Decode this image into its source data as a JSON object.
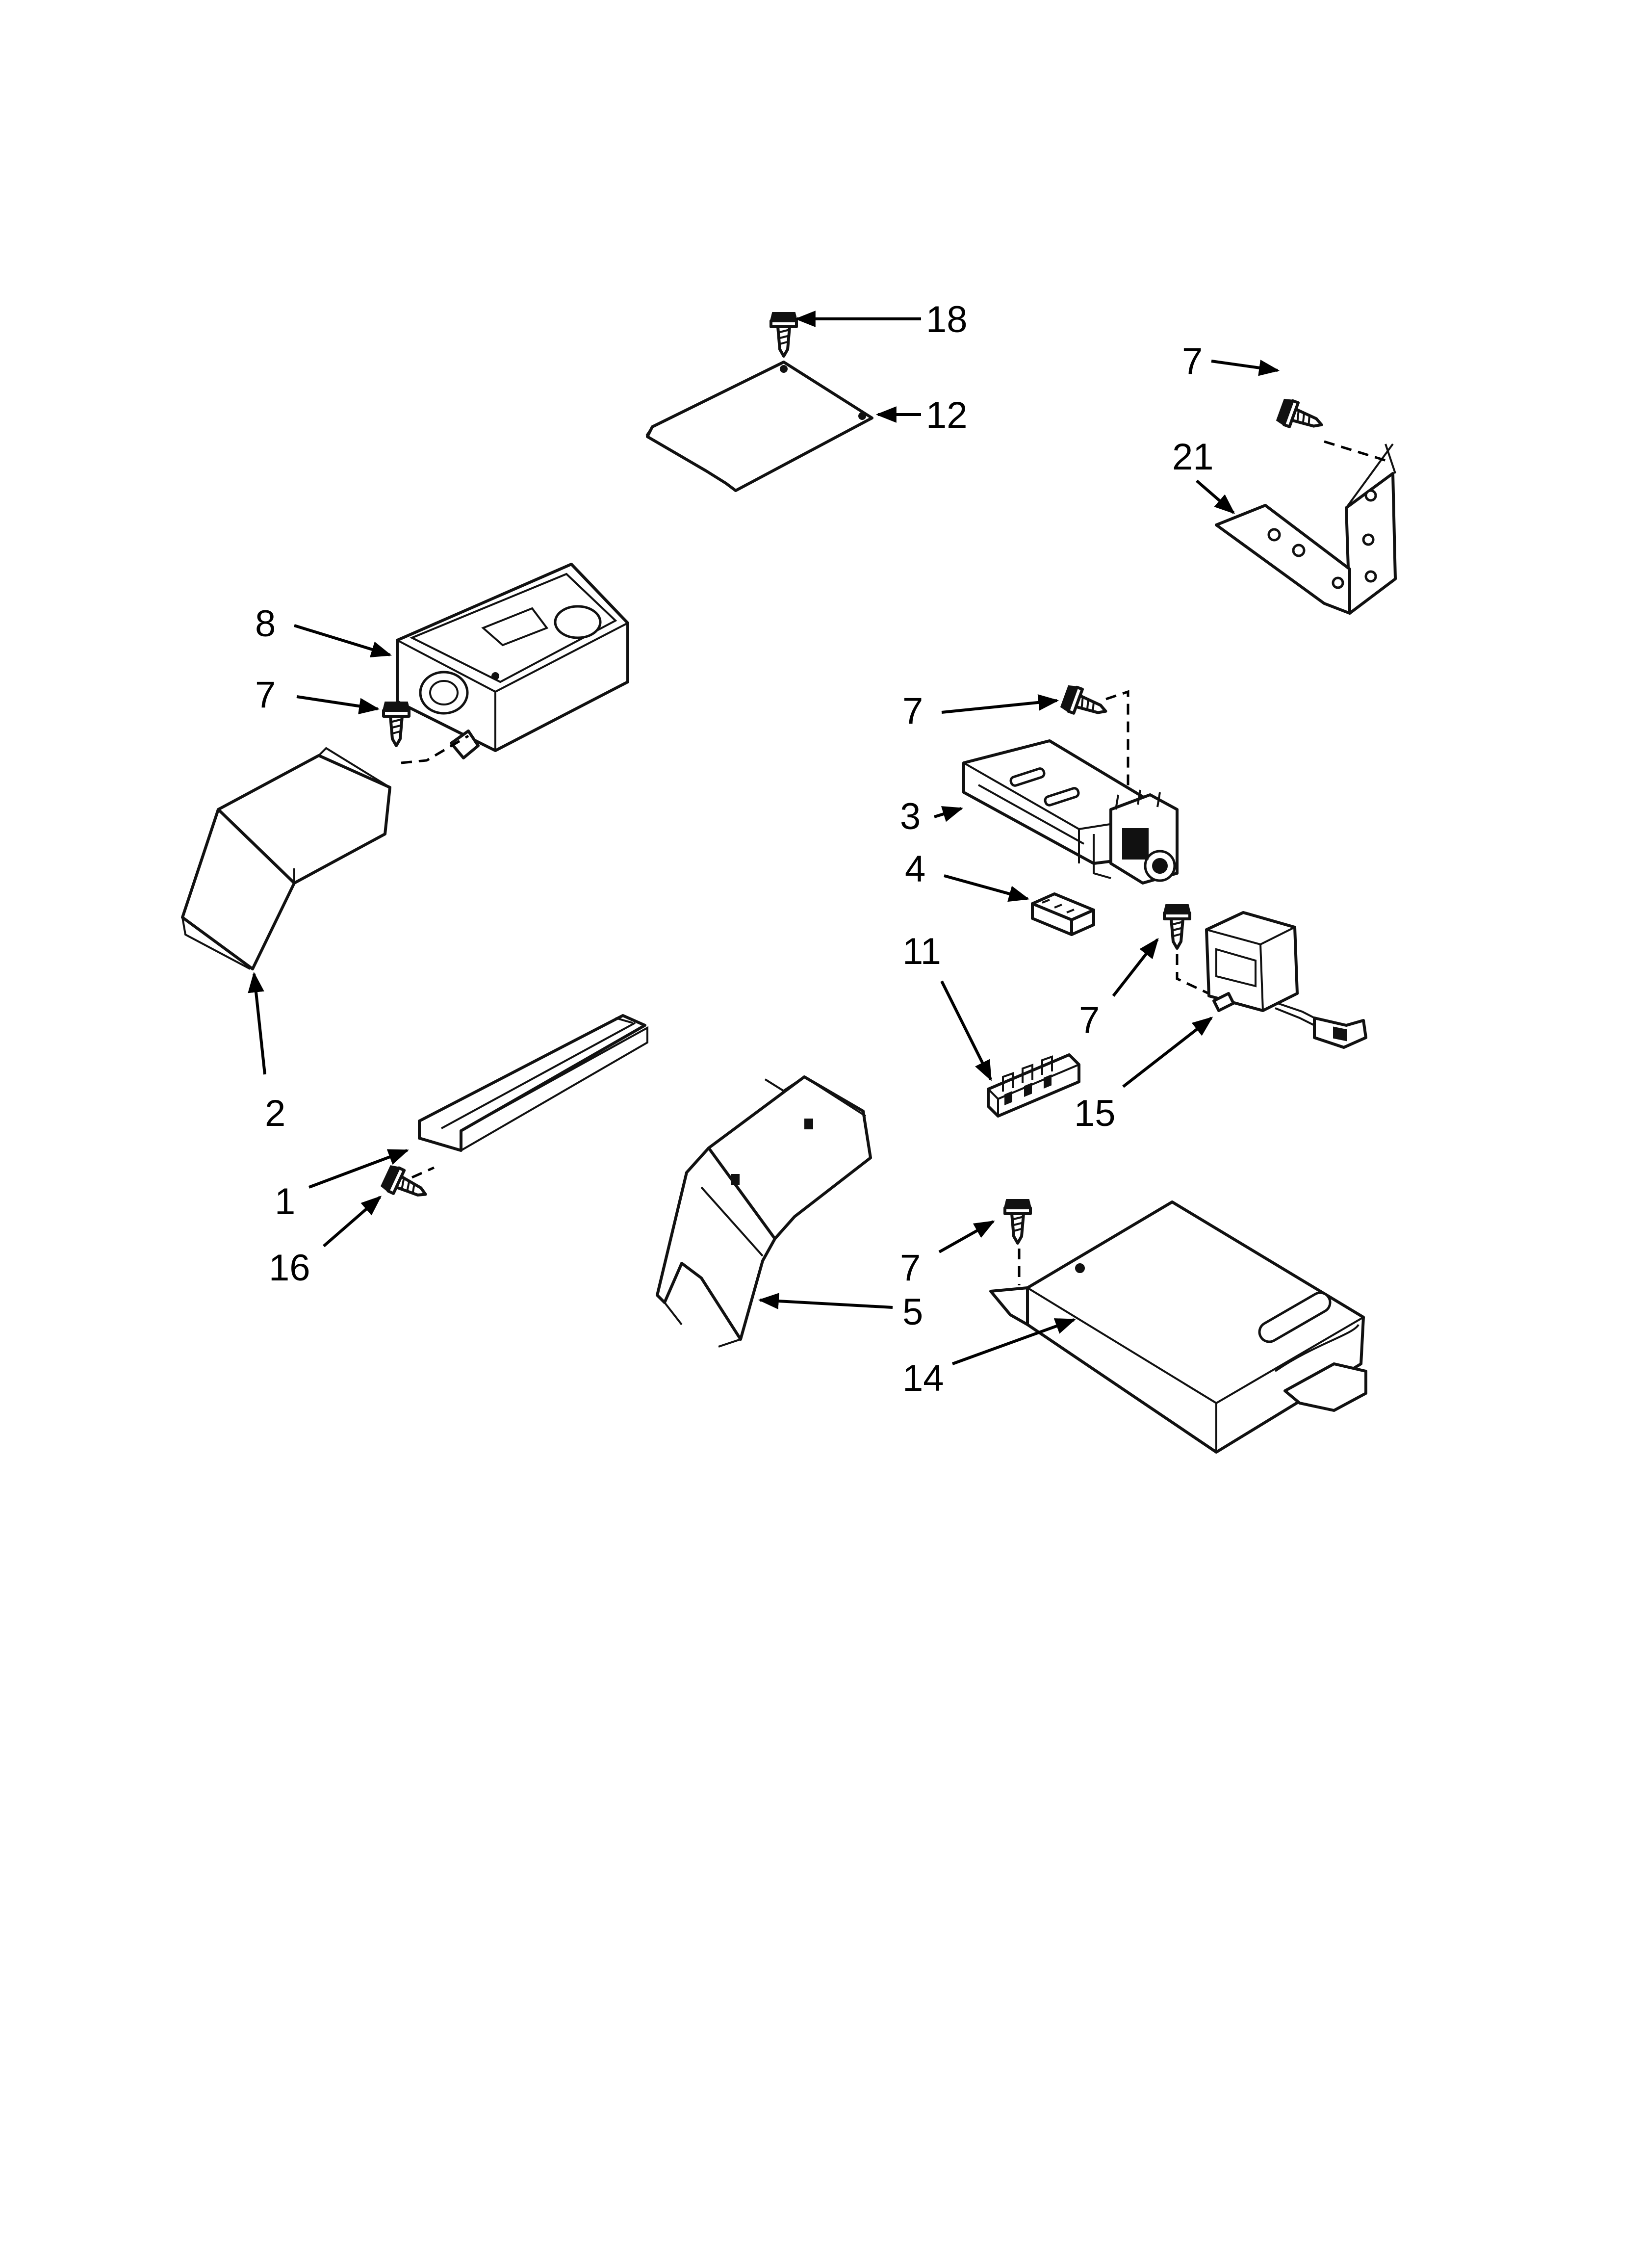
{
  "callouts": [
    {
      "id": "c18",
      "label": "18"
    },
    {
      "id": "c12",
      "label": "12"
    },
    {
      "id": "c7a",
      "label": "7"
    },
    {
      "id": "c21",
      "label": "21"
    },
    {
      "id": "c8",
      "label": "8"
    },
    {
      "id": "c7b",
      "label": "7"
    },
    {
      "id": "c7c",
      "label": "7"
    },
    {
      "id": "c3",
      "label": "3"
    },
    {
      "id": "c4",
      "label": "4"
    },
    {
      "id": "c11",
      "label": "11"
    },
    {
      "id": "c7d",
      "label": "7"
    },
    {
      "id": "c15",
      "label": "15"
    },
    {
      "id": "c2",
      "label": "2"
    },
    {
      "id": "c1",
      "label": "1"
    },
    {
      "id": "c16",
      "label": "16"
    },
    {
      "id": "c7e",
      "label": "7"
    },
    {
      "id": "c5",
      "label": "5"
    },
    {
      "id": "c14",
      "label": "14"
    }
  ]
}
